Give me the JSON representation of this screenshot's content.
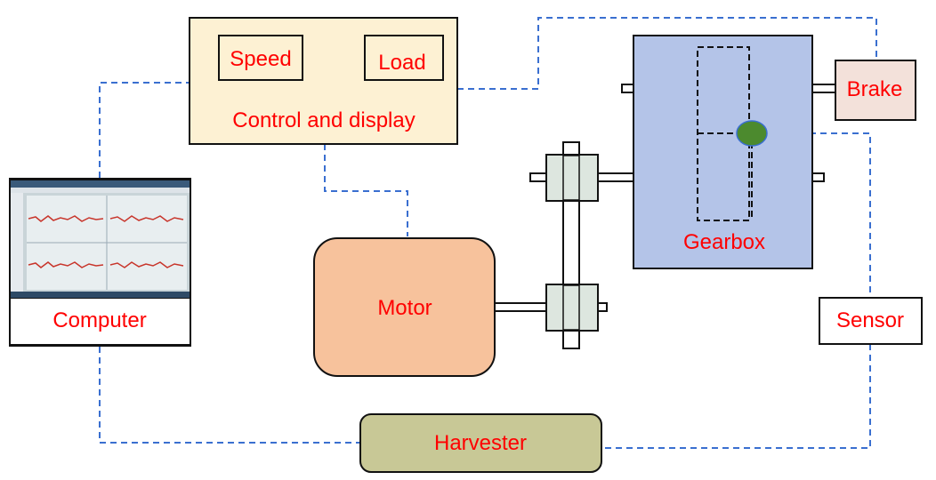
{
  "labels": {
    "control": "Control and display",
    "speed": "Speed",
    "load": "Load",
    "motor": "Motor",
    "gearbox": "Gearbox",
    "brake": "Brake",
    "sensor": "Sensor",
    "computer": "Computer",
    "harvester": "Harvester"
  },
  "colors": {
    "label_text": "#ff0000",
    "control_fill": "#fdf1d3",
    "motor_fill": "#f7c29c",
    "gearbox_fill": "#b4c4e8",
    "brake_fill": "#f3e1da",
    "harvester_fill": "#c8c896",
    "bearing_fill": "#dde6df",
    "gear_fill": "#4c8a2e",
    "signal_line": "#3a6fd0",
    "monitor_frame": "#111111"
  },
  "icons": {
    "computer_screen": "monitor-screenshot-icon"
  }
}
